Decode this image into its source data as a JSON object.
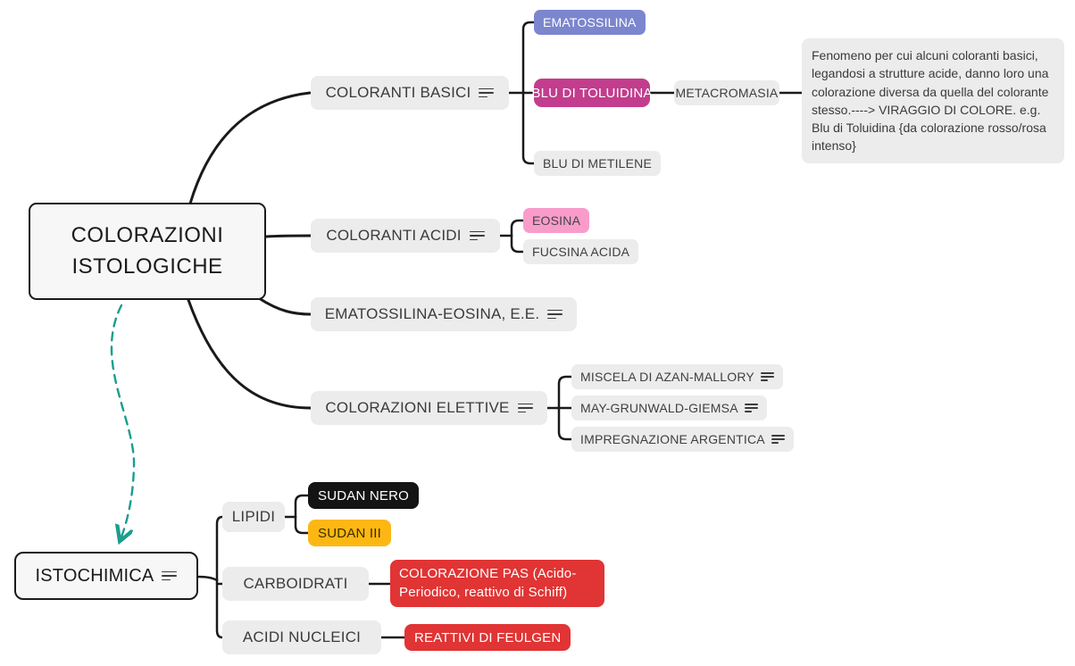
{
  "title": "Mappa mentale colorazioni istologiche",
  "colors": {
    "node_gray": "#ececec",
    "root_bg": "#f7f7f7",
    "outline": "#1a1a1a",
    "ematossilina_purple": "#7c86ce",
    "toluidina_magenta": "#c23d8d",
    "eosina_pink": "#f99ccb",
    "sudan_nero_black": "#141414",
    "sudan_iii_yellow": "#fcb713",
    "pas_red": "#e13434",
    "arrow_teal": "#1b9d8d",
    "line_black": "#1a1a1a"
  },
  "root": {
    "label": "COLORAZIONI ISTOLOGICHE"
  },
  "nodes": {
    "coloranti_basici": {
      "label": "COLORANTI BASICI",
      "has_notes": true
    },
    "ematossilina": {
      "label": "EMATOSSILINA"
    },
    "blu_di_toluidina": {
      "label": "BLU DI TOLUIDINA"
    },
    "metacromasia": {
      "label": "METACROMASIA"
    },
    "blu_di_metilene": {
      "label": "BLU DI METILENE"
    },
    "coloranti_acidi": {
      "label": "COLORANTI ACIDI",
      "has_notes": true
    },
    "eosina": {
      "label": "EOSINA"
    },
    "fucsina_acida": {
      "label": "FUCSINA ACIDA"
    },
    "ematossilina_eosina": {
      "label": "EMATOSSILINA-EOSINA, E.E.",
      "has_notes": true
    },
    "colorazioni_elettive": {
      "label": "COLORAZIONI ELETTIVE",
      "has_notes": true
    },
    "miscela_azan_mallory": {
      "label": "MISCELA DI AZAN-MALLORY",
      "has_notes": true
    },
    "may_grunwald_giemsa": {
      "label": "MAY-GRUNWALD-GIEMSA",
      "has_notes": true
    },
    "impregnazione_argentica": {
      "label": "IMPREGNAZIONE ARGENTICA",
      "has_notes": true
    },
    "istochimica": {
      "label": "ISTOCHIMICA",
      "has_notes": true
    },
    "lipidi": {
      "label": "LIPIDI"
    },
    "sudan_nero": {
      "label": "SUDAN NERO"
    },
    "sudan_iii": {
      "label": "SUDAN III"
    },
    "carboidrati": {
      "label": "CARBOIDRATI"
    },
    "colorazione_pas": {
      "label": "COLORAZIONE PAS (Acido-Periodico, reattivo di Schiff)"
    },
    "acidi_nucleici": {
      "label": "ACIDI NUCLEICI"
    },
    "reattivi_di_feulgen": {
      "label": "REATTIVI DI FEULGEN"
    }
  },
  "note_metacromasia": {
    "text": "Fenomeno per cui alcuni coloranti basici, legandosi a strutture acide, danno loro una colorazione diversa da quella del colorante stesso.----> VIRAGGIO DI COLORE. e.g. Blu di Toluidina {da colorazione rosso/rosa intenso}"
  }
}
